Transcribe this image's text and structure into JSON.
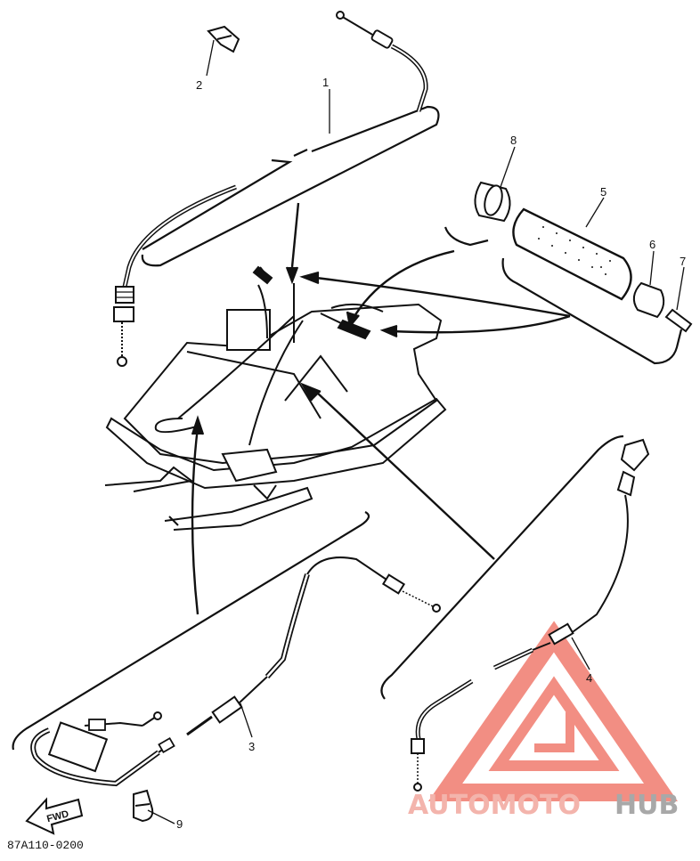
{
  "diagram": {
    "part_code": "87A110-0200",
    "fwd_label": "FWD",
    "callouts": [
      "1",
      "2",
      "3",
      "4",
      "5",
      "6",
      "7",
      "8",
      "9"
    ],
    "watermark": {
      "text_a": "AUTOMOTO",
      "text_b": "HUB",
      "accent": "#f07b6e",
      "gray": "#9a9a9a"
    }
  }
}
